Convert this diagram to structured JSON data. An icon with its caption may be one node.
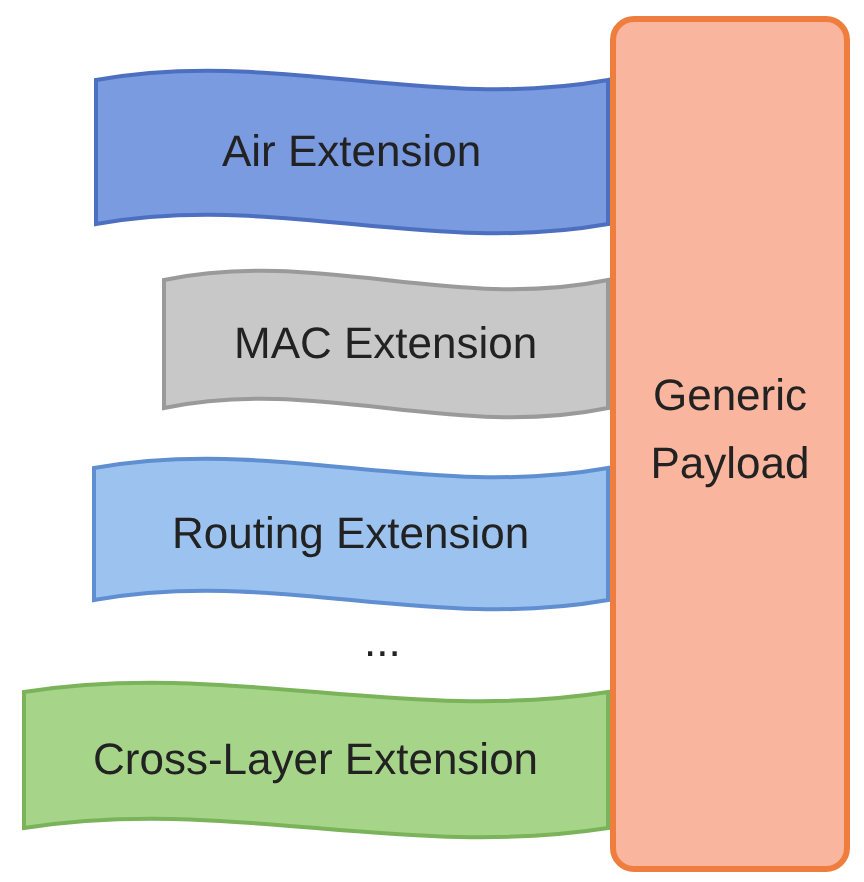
{
  "diagram": {
    "nodes": [
      {
        "text": [
          "Air Extension"
        ]
      },
      {
        "text": [
          "MAC Extension"
        ]
      },
      {
        "text": [
          "Routing Extension"
        ]
      },
      {
        "text": [
          "Cross-Layer Extension"
        ]
      },
      {
        "text": [
          "Generic Payload"
        ]
      }
    ],
    "labels": [
      "..."
    ]
  }
}
